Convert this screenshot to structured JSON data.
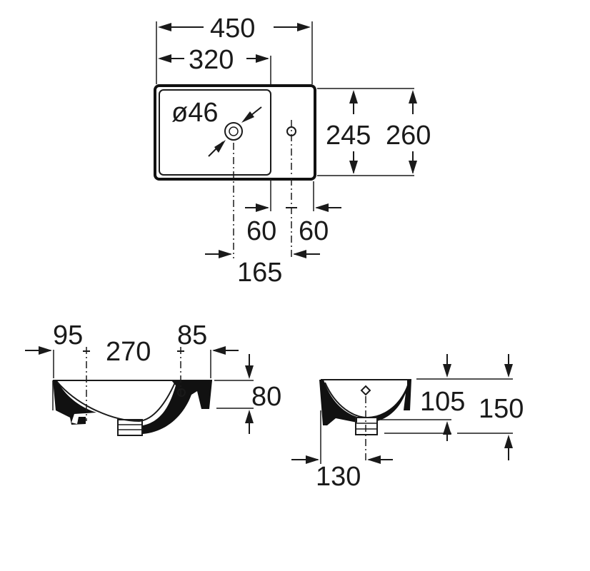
{
  "top_view": {
    "width_total": "450",
    "width_basin": "320",
    "drain_diameter": "ø46",
    "depth_inner": "245",
    "depth_outer": "260",
    "offset_right_a": "60",
    "offset_right_b": "60",
    "drain_to_tap": "165"
  },
  "side_view": {
    "left_offset": "95",
    "center_span": "270",
    "right_offset": "85",
    "bowl_height": "80"
  },
  "end_view": {
    "height_inner": "105",
    "height_outer": "150",
    "drain_offset": "130"
  }
}
